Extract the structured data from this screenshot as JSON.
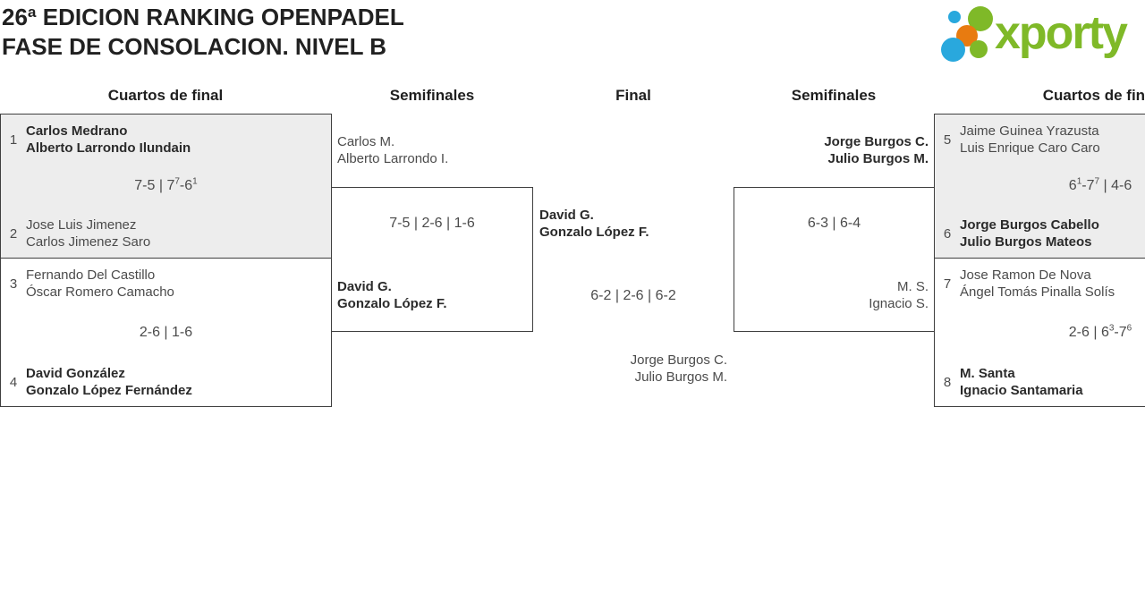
{
  "title": {
    "line1": "26ª EDICION RANKING OPENPADEL",
    "line2": "FASE DE CONSOLACION. NIVEL B"
  },
  "logo": {
    "brand": "xporty",
    "colors": {
      "green": "#7fb928",
      "blue": "#29a8dd",
      "orange": "#e87b10"
    }
  },
  "round_headers": {
    "qf_left": "Cuartos de final",
    "sf_left": "Semifinales",
    "final": "Final",
    "sf_right": "Semifinales",
    "qf_right": "Cuartos de final"
  },
  "matches": {
    "qf1": {
      "seed_a": "1",
      "team_a": [
        "Carlos Medrano",
        "Alberto Larrondo Ilundain"
      ],
      "score": "7-5 | 7^7-6^1",
      "seed_b": "2",
      "team_b": [
        "Jose Luis Jimenez",
        "Carlos Jimenez Saro"
      ]
    },
    "qf2": {
      "seed_a": "3",
      "team_a": [
        "Fernando Del Castillo",
        "Óscar Romero Camacho"
      ],
      "score": "2-6 | 1-6",
      "seed_b": "4",
      "team_b": [
        "David González",
        "Gonzalo López Fernández"
      ]
    },
    "sf_left": {
      "team_a": [
        "Carlos M.",
        "Alberto Larrondo I."
      ],
      "score": "7-5 | 2-6 | 1-6",
      "team_b": [
        "David G.",
        "Gonzalo López F."
      ]
    },
    "final": {
      "team_a": [
        "David G.",
        "Gonzalo López F."
      ],
      "score": "6-2 | 2-6 | 6-2",
      "team_b": [
        "Jorge Burgos C.",
        "Julio Burgos M."
      ]
    },
    "sf_right": {
      "team_a": [
        "Jorge Burgos C.",
        "Julio Burgos M."
      ],
      "score": "6-3 | 6-4",
      "team_b": [
        "M. S.",
        "Ignacio S."
      ]
    },
    "qf3": {
      "seed_a": "5",
      "team_a": [
        "Jaime Guinea Yrazusta",
        "Luis Enrique Caro Caro"
      ],
      "score": "6^1-7^7 | 4-6",
      "seed_b": "6",
      "team_b": [
        "Jorge Burgos Cabello",
        "Julio Burgos Mateos"
      ]
    },
    "qf4": {
      "seed_a": "7",
      "team_a": [
        "Jose Ramon De Nova",
        "Ángel Tomás Pinalla Solís"
      ],
      "score": "2-6 | 6^3-7^6",
      "seed_b": "8",
      "team_b": [
        "M. Santa",
        "Ignacio Santamaria"
      ]
    }
  }
}
